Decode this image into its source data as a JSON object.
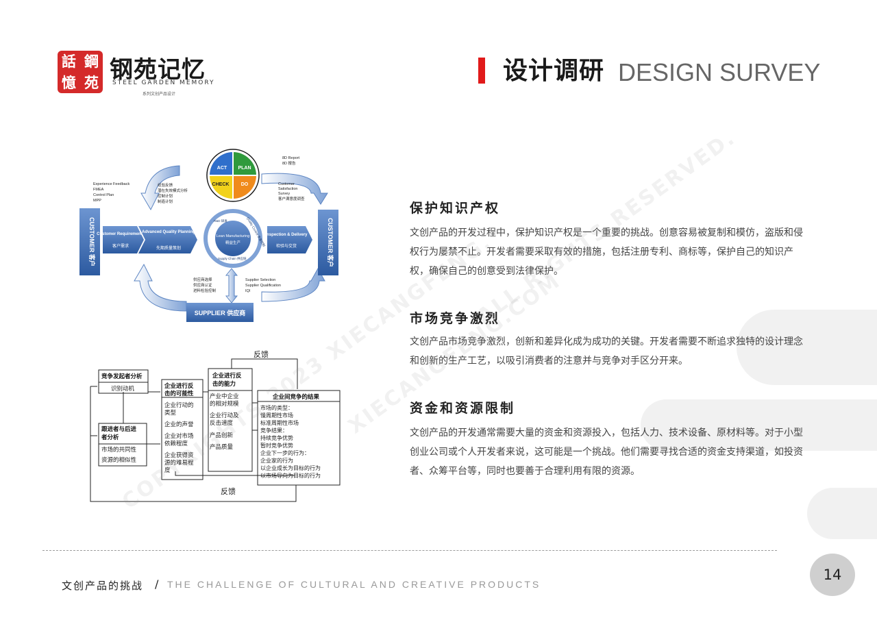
{
  "logo": {
    "seal_chars": [
      "話",
      "鋼",
      "憶",
      "苑"
    ],
    "name_cn": "钢苑记忆",
    "name_en": "STEEL GARDEN MEMORY",
    "subtitle": "系列文创产品设计"
  },
  "header": {
    "title_cn": "设计调研",
    "title_en": "DESIGN SURVEY"
  },
  "sections": [
    {
      "heading": "保护知识产权",
      "body": "文创产品的开发过程中，保护知识产权是一个重要的挑战。创意容易被复制和模仿，盗版和侵权行为屡禁不止。开发者需要采取有效的措施，包括注册专利、商标等，保护自己的知识产权，确保自己的创意受到法律保护。"
    },
    {
      "heading": "市场竞争激烈",
      "body": "文创产品市场竞争激烈，创新和差异化成为成功的关键。开发者需要不断追求独特的设计理念和创新的生产工艺，以吸引消费者的注意并与竞争对手区分开来。"
    },
    {
      "heading": "资金和资源限制",
      "body": "文创产品的开发通常需要大量的资金和资源投入，包括人力、技术设备、原材料等。对于小型创业公司或个人开发者来说，这可能是一个挑战。他们需要寻找合适的资金支持渠道，如投资者、众筹平台等，同时也要善于合理利用有限的资源。"
    }
  ],
  "diagram1": {
    "pdca": [
      "ACT",
      "PLAN",
      "CHECK",
      "DO"
    ],
    "customer_left": "CUSTOMER 客户",
    "customer_right": "CUSTOMER 客户",
    "supplier": "SUPPLIER 供应商",
    "req_en": "Customer Requirements",
    "req_cn": "客户需求",
    "aqp_en": "Advanced Quality Planning",
    "aqp_cn": "先期质量策划",
    "lean_en": "Lean Manufacturing",
    "lean_cn": "精益生产",
    "rd": "R&D 研发",
    "quality": "Quality Control 质量控制",
    "supply": "Supply Chain 供应链",
    "insp_en": "Inspection & Delivery",
    "insp_cn": "检验与交货",
    "left_notes_en": [
      "Experience Feedback",
      "FMEA",
      "Control Plan",
      "MPP"
    ],
    "left_notes_cn": [
      "经验反馈",
      "潜在失效模式分析",
      "控制计划",
      "制造计划"
    ],
    "report": [
      "8D Report",
      "8D 报告"
    ],
    "survey": [
      "Customer",
      "Satisfaction",
      "Survey",
      "客户满意度调查"
    ],
    "supplier_cn": [
      "供应商选择",
      "供应商认证",
      "进料检验控制"
    ],
    "supplier_en": [
      "Supplier Selection",
      "Supplier Qualification",
      "IQI"
    ]
  },
  "diagram2": {
    "feedback_top": "反馈",
    "feedback_bottom": "反馈",
    "box1_title": [
      "竞争发起者分析"
    ],
    "box1_body": [
      "识别动机"
    ],
    "box2_title": [
      "跟进者与后进",
      "者分析"
    ],
    "box2_body": [
      "市场的共同性",
      "资源的相似性"
    ],
    "box3_title": [
      "企业进行反",
      "击的可能性"
    ],
    "box3_body": [
      "企业行动的",
      "类型",
      "企业的声誉",
      "企业对市场",
      "依赖程度",
      "企业获得资",
      "源的难易程",
      "度"
    ],
    "box4_title": [
      "企业进行反",
      "击的能力"
    ],
    "box4_body": [
      "产业中企业",
      "的相对规模",
      "企业行动及",
      "反击速度",
      "产品创新",
      "产品质量"
    ],
    "box5_title": [
      "企业间竞争的结果"
    ],
    "box5_body": [
      "市场的类型：",
      "慢周期性市场",
      "标准周期性市场",
      "竞争结果：",
      "持续竞争优势",
      "暂时竞争优势",
      "企业下一步的行为：",
      "企业家的行为",
      "以企业成长为目标的行为",
      "以市场导向为目标的行为"
    ]
  },
  "watermark": {
    "line1": "COPYRIGHTS 2023 XIECANGFENG.",
    "line2": "ALL RIGHTS RESERVED.",
    "line3": "XIECANGFENG.COM"
  },
  "footer": {
    "label_cn": "文创产品的挑战",
    "slash": "/",
    "label_en": "THE CHALLENGE OF CULTURAL AND CREATIVE PRODUCTS",
    "page": "14"
  },
  "colors": {
    "accent": "#e11a1a",
    "seal": "#d42a2a",
    "diagram_blue": "#3d6bb3",
    "plan": "#2f9a3c",
    "do": "#f08b1c",
    "check": "#f2d21b",
    "act": "#2f6fcb"
  }
}
